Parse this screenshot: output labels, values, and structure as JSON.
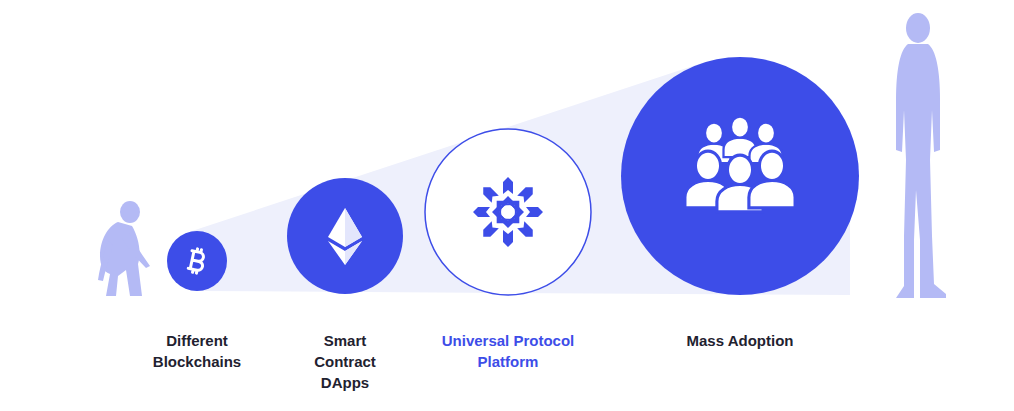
{
  "diagram": {
    "nodes": [
      {
        "text": [
          "Different Blockchains"
        ]
      },
      {
        "text": [
          "Smart Contract DApps"
        ]
      },
      {
        "text": [
          "Universal Protocol Platform"
        ]
      },
      {
        "text": [
          "Mass Adoption"
        ]
      }
    ]
  }
}
